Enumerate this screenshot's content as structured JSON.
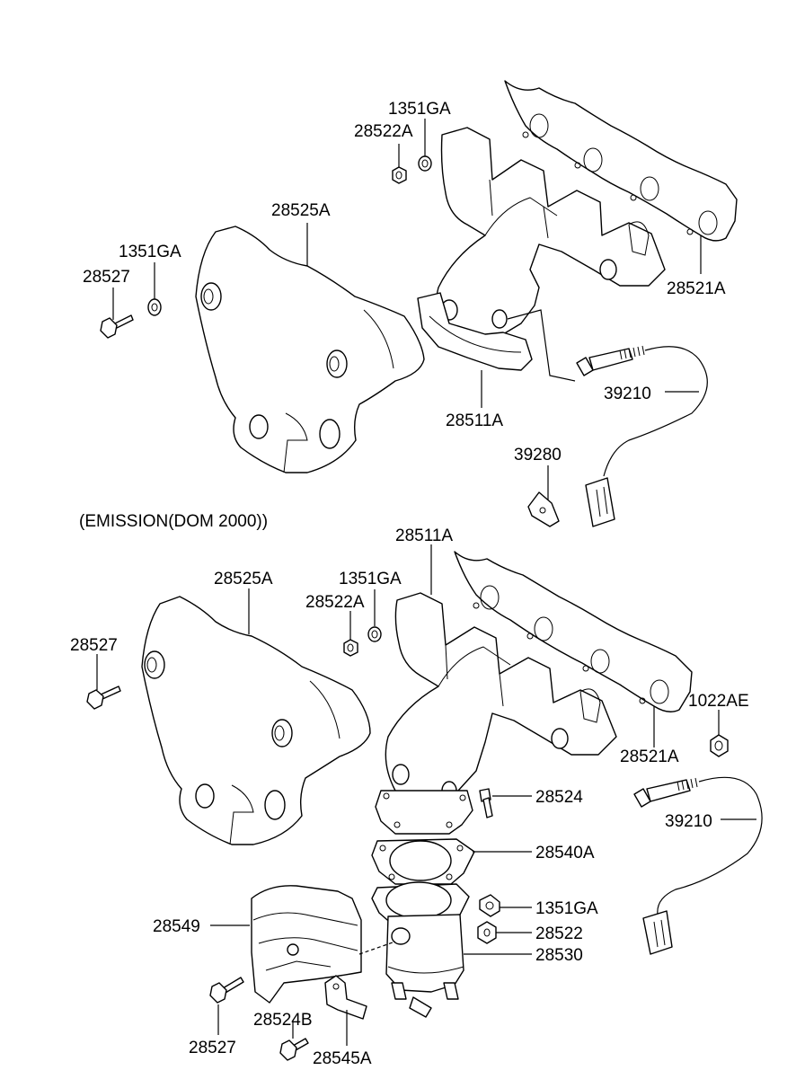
{
  "top_section": {
    "labels": {
      "p1351ga": "1351GA",
      "p28522a": "28522A",
      "p28525a": "28525A",
      "p1351ga_b": "1351GA",
      "p28527": "28527",
      "p28521a": "28521A",
      "p39210": "39210",
      "p28511a": "28511A",
      "p39280": "39280"
    }
  },
  "variant_caption": "(EMISSION(DOM 2000))",
  "bottom_section": {
    "labels": {
      "p28511a": "28511A",
      "p28525a": "28525A",
      "p1351ga": "1351GA",
      "p28522a": "28522A",
      "p28527": "28527",
      "p1022ae": "1022AE",
      "p28521a": "28521A",
      "p28524": "28524",
      "p39210": "39210",
      "p28540a": "28540A",
      "p1351ga_b": "1351GA",
      "p28549": "28549",
      "p28522": "28522",
      "p28530": "28530",
      "p28524b": "28524B",
      "p28527_b": "28527",
      "p28545a": "28545A"
    }
  }
}
